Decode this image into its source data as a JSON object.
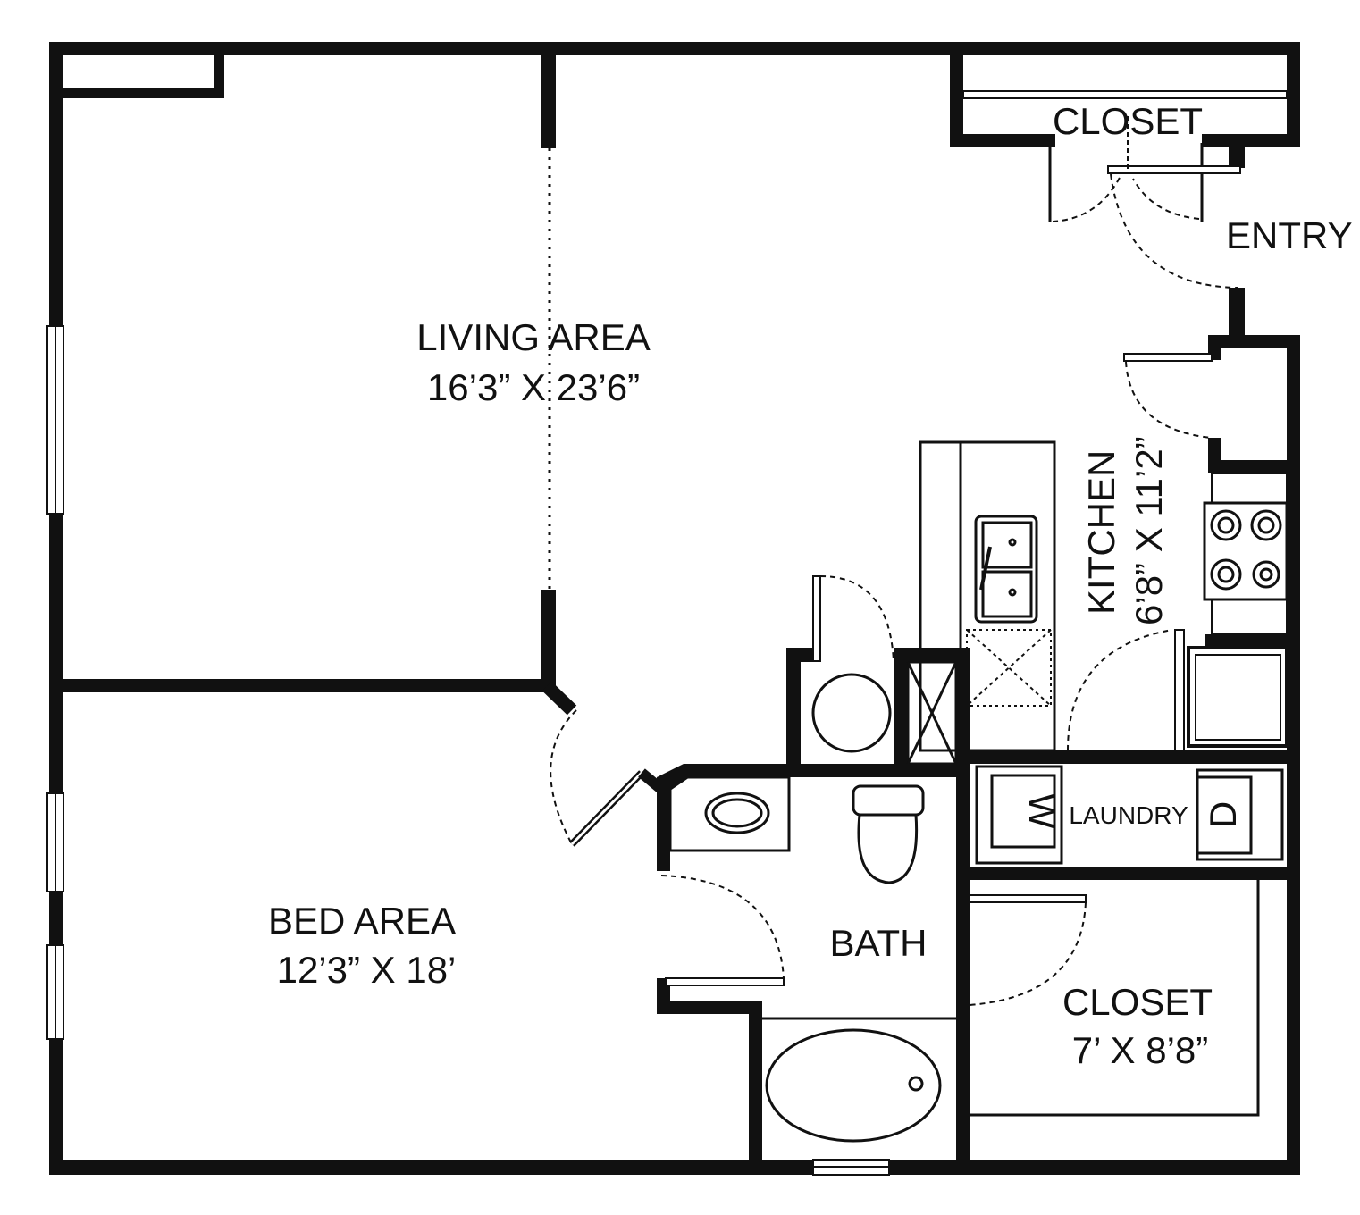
{
  "plan": {
    "rooms": {
      "living": {
        "name": "LIVING AREA",
        "size": "16’3” X 23’6”"
      },
      "bed": {
        "name": "BED AREA",
        "size": "12’3” X 18’"
      },
      "kitchen": {
        "name": "KITCHEN",
        "size": "6’8” X 11’2”"
      },
      "bath": {
        "name": "BATH"
      },
      "closet_entry": {
        "name": "CLOSET"
      },
      "closet_bath": {
        "name": "CLOSET",
        "size": "7’ X 8’8”"
      },
      "entry": {
        "name": "ENTRY"
      },
      "laundry": {
        "name": "LAUNDRY",
        "washer": "W",
        "dryer": "D"
      }
    }
  }
}
